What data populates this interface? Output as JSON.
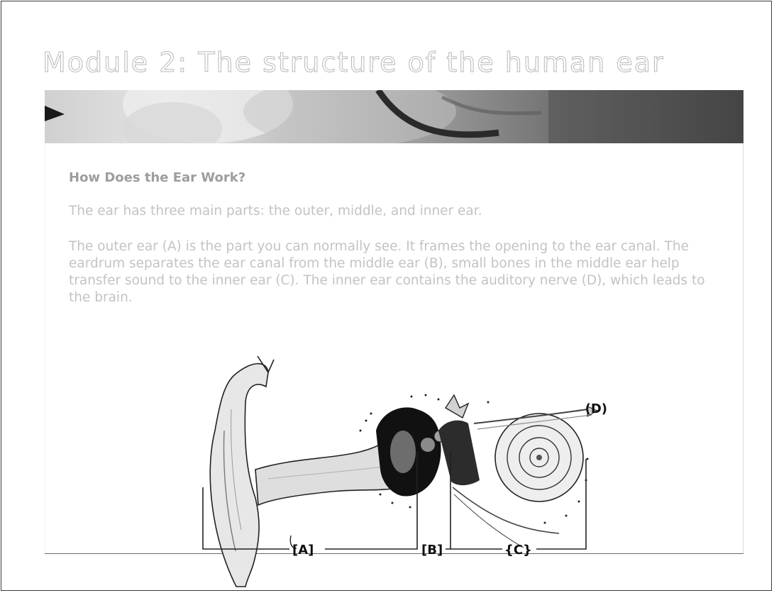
{
  "slide": {
    "title": "Module 2:  The structure of the human ear"
  },
  "content": {
    "heading": "How Does the Ear Work?",
    "intro": "The ear has three main parts: the outer, middle, and inner ear.",
    "body": "The outer ear (A) is the part you can normally see. It frames the opening to the ear canal. The eardrum separates the ear canal from the middle ear (B), small bones in the middle ear help transfer sound to the inner ear (C). The inner ear contains the auditory nerve (D), which leads to the brain."
  },
  "diagram": {
    "label_a": "[A]",
    "label_b": "[B]",
    "label_c": "{C}",
    "label_d": "(D)"
  }
}
